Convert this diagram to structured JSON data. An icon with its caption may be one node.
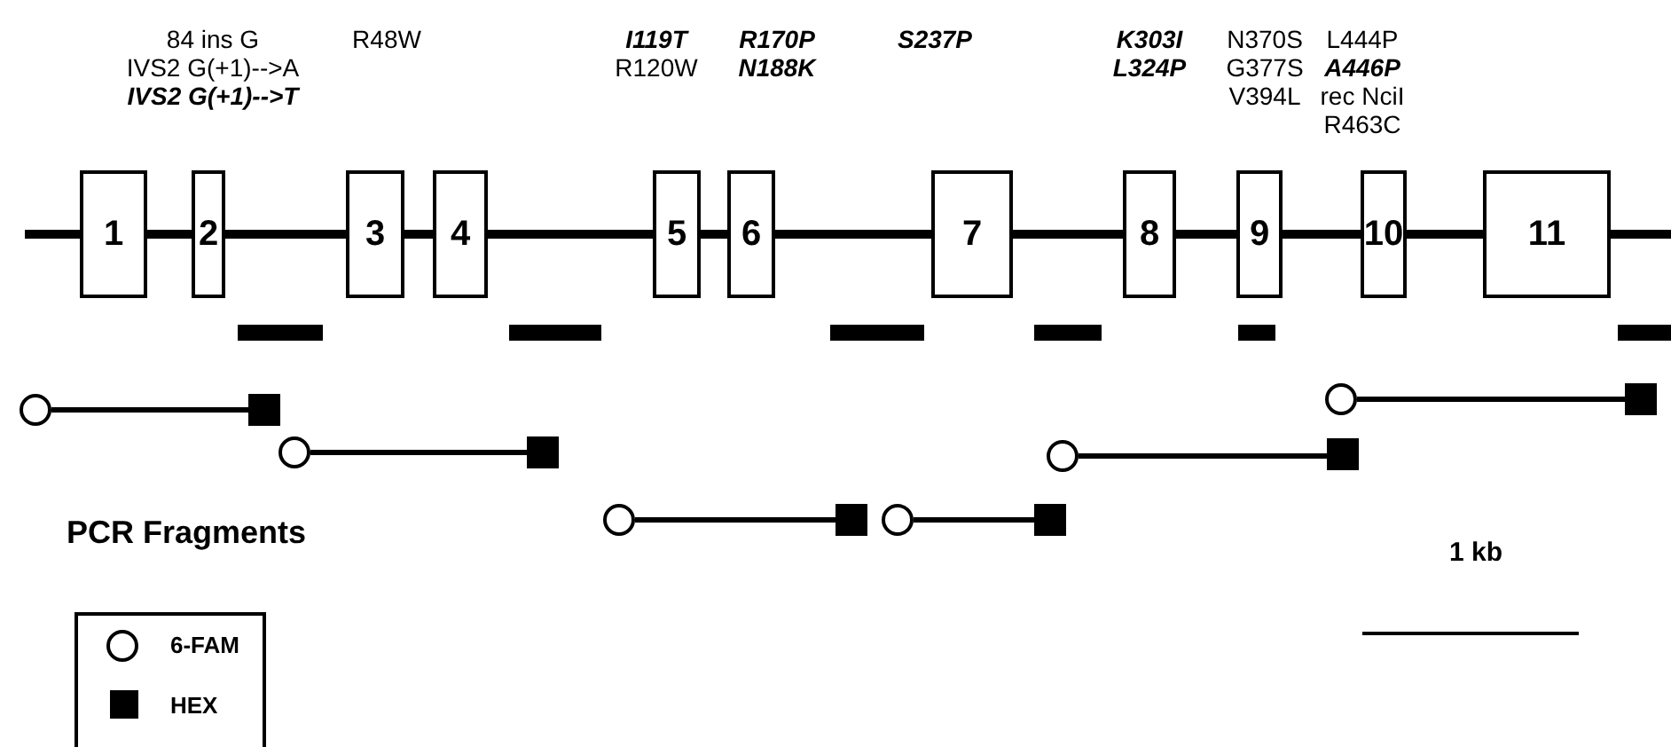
{
  "diagram": {
    "nodes": [
      {
        "text": [
          "1"
        ]
      },
      {
        "text": [
          "2"
        ]
      },
      {
        "text": [
          "3"
        ]
      },
      {
        "text": [
          "4"
        ]
      },
      {
        "text": [
          "5"
        ]
      },
      {
        "text": [
          "6"
        ]
      },
      {
        "text": [
          "7"
        ]
      },
      {
        "text": [
          "8"
        ]
      },
      {
        "text": [
          "9"
        ]
      },
      {
        "text": [
          "10"
        ]
      },
      {
        "text": [
          "11"
        ]
      },
      {
        "text": [],
        "shape": "circle"
      },
      {
        "text": [],
        "shape": "box"
      },
      {
        "text": [],
        "shape": "circle"
      },
      {
        "text": [],
        "shape": "box"
      },
      {
        "text": [],
        "shape": "circle"
      },
      {
        "text": [],
        "shape": "box"
      },
      {
        "text": [],
        "shape": "circle"
      },
      {
        "text": [],
        "shape": "box"
      },
      {
        "text": [],
        "shape": "circle"
      },
      {
        "text": [],
        "shape": "box"
      },
      {
        "text": [],
        "shape": "circle"
      },
      {
        "text": [],
        "shape": "box"
      }
    ],
    "edges": [
      {
        "from": null,
        "to": 0,
        "arrow": "none"
      },
      {
        "from": 0,
        "to": 1,
        "arrow": "none"
      },
      {
        "from": 1,
        "to": 2,
        "arrow": "none"
      },
      {
        "from": 2,
        "to": 3,
        "arrow": "none"
      },
      {
        "from": 3,
        "to": 4,
        "arrow": "none"
      },
      {
        "from": 4,
        "to": 5,
        "arrow": "none"
      },
      {
        "from": 5,
        "to": 6,
        "arrow": "none"
      },
      {
        "from": 6,
        "to": 7,
        "arrow": "none"
      },
      {
        "from": 7,
        "to": 8,
        "arrow": "none"
      },
      {
        "from": 8,
        "to": 9,
        "arrow": "none"
      },
      {
        "from": 9,
        "to": 10,
        "arrow": "none"
      },
      {
        "from": 10,
        "to": null,
        "arrow": "none"
      },
      {
        "from": 11,
        "to": 12,
        "arrow": "none"
      },
      {
        "from": 13,
        "to": 14,
        "arrow": "none"
      },
      {
        "from": 15,
        "to": 16,
        "arrow": "none"
      },
      {
        "from": 17,
        "to": 18,
        "arrow": "none"
      },
      {
        "from": 19,
        "to": 20,
        "arrow": "none"
      },
      {
        "from": 21,
        "to": 22,
        "arrow": "none"
      }
    ],
    "labels": [
      "84 ins G",
      "IVS2 G(+1)-->A",
      "IVS2 G(+1)-->T",
      "R48W",
      "I119T",
      "R120W",
      "R170P",
      "N188K",
      "S237P",
      "K303I",
      "L324P",
      "N370S",
      "G377S",
      "V394L",
      "L444P",
      "A446P",
      "rec NciI",
      "R463C",
      "PCR Fragments",
      "1 kb"
    ],
    "legend": [
      {
        "text": "6-FAM"
      },
      {
        "text": "HEX"
      }
    ]
  }
}
